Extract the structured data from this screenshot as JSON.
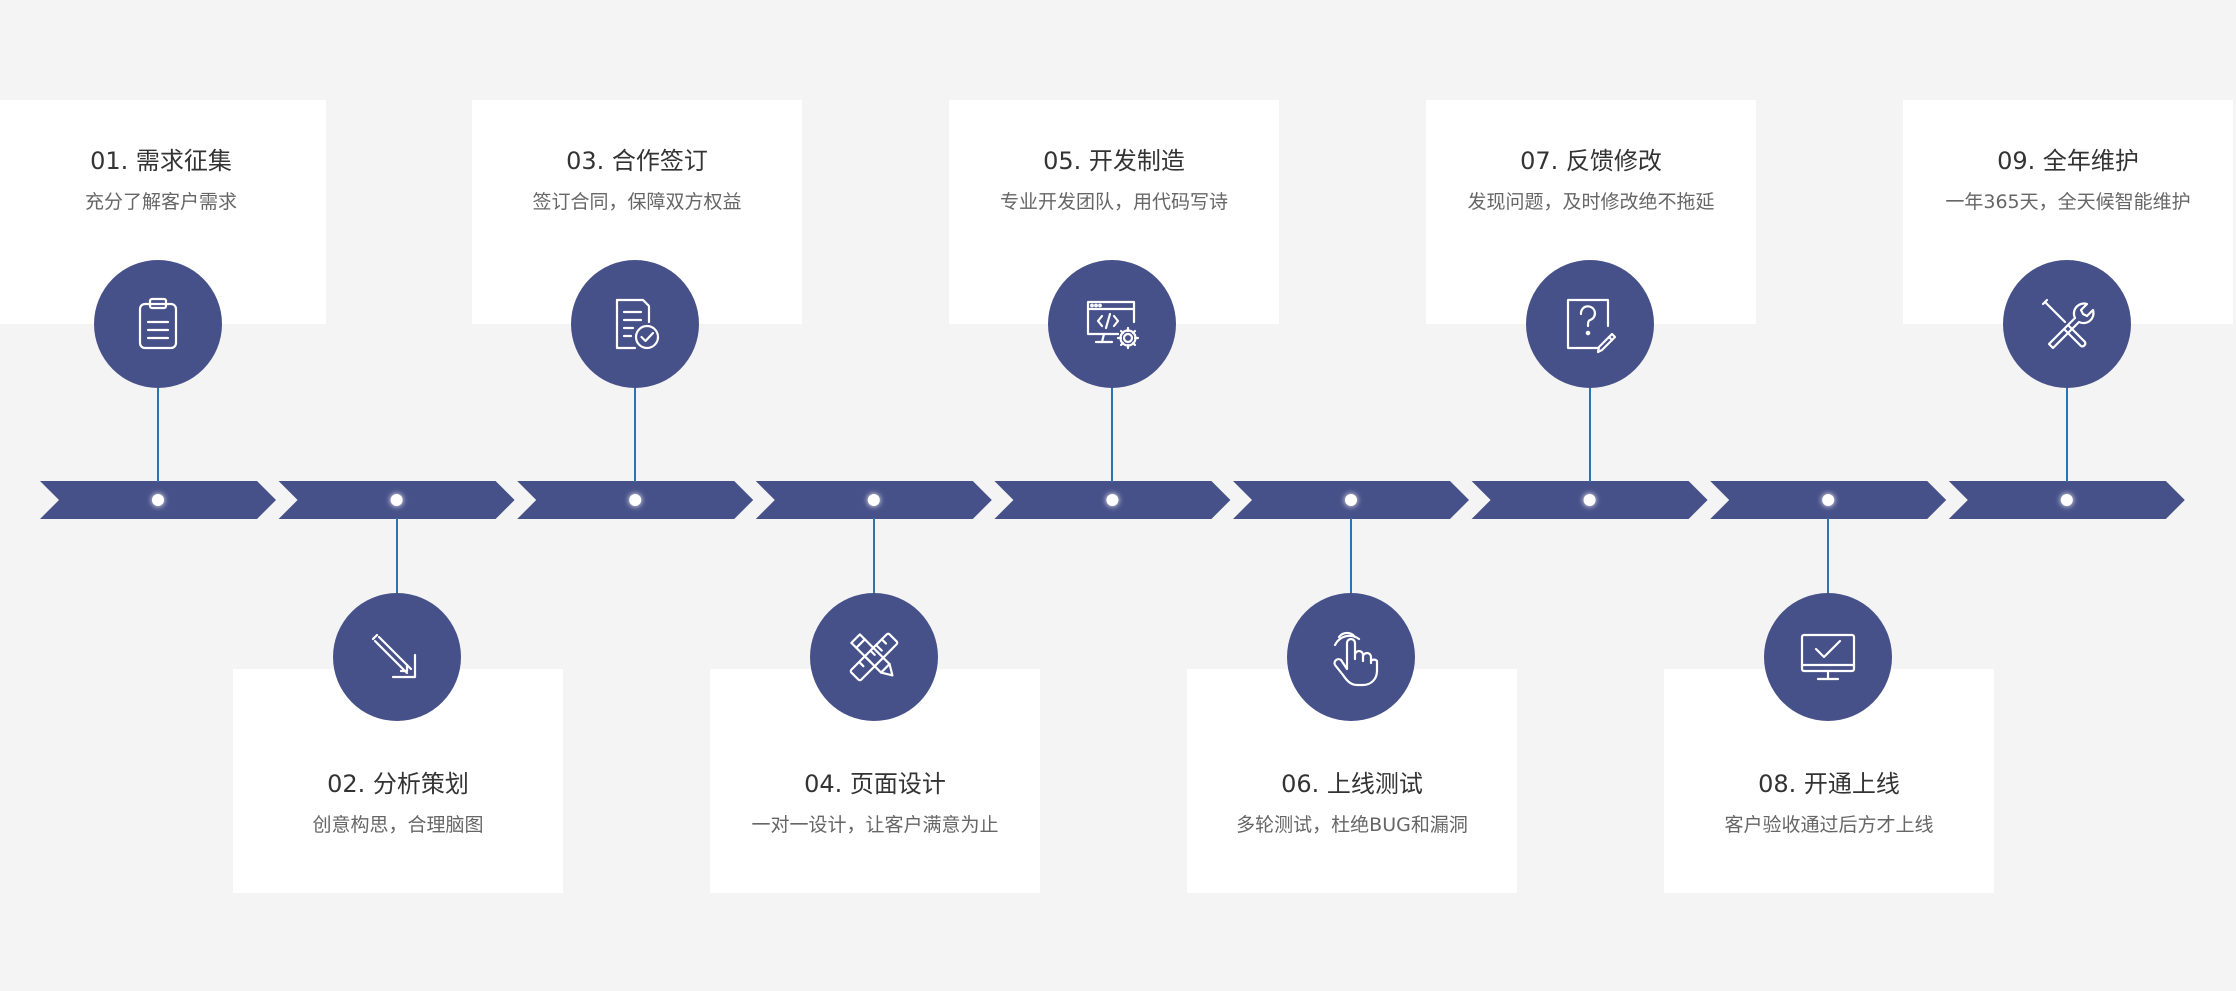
{
  "colors": {
    "background": "#f4f4f4",
    "card": "#ffffff",
    "accent": "#475189",
    "connector": "#2f72b0",
    "title_text": "#333333",
    "desc_text": "#666666",
    "dot": "#ffffff"
  },
  "steps": [
    {
      "title": "01. 需求征集",
      "desc": "充分了解客户需求",
      "icon": "clipboard-icon",
      "position": "top"
    },
    {
      "title": "02. 分析策划",
      "desc": "创意构思，合理脑图",
      "icon": "design-analysis-icon",
      "position": "bottom"
    },
    {
      "title": "03. 合作签订",
      "desc": "签订合同，保障双方权益",
      "icon": "contract-check-icon",
      "position": "top"
    },
    {
      "title": "04. 页面设计",
      "desc": "一对一设计，让客户满意为止",
      "icon": "pencil-ruler-icon",
      "position": "bottom"
    },
    {
      "title": "05. 开发制造",
      "desc": "专业开发团队，用代码写诗",
      "icon": "code-monitor-gear-icon",
      "position": "top"
    },
    {
      "title": "06. 上线测试",
      "desc": "多轮测试，杜绝BUG和漏洞",
      "icon": "hand-pointer-icon",
      "position": "bottom"
    },
    {
      "title": "07. 反馈修改",
      "desc": "发现问题，及时修改绝不拖延",
      "icon": "question-edit-icon",
      "position": "top"
    },
    {
      "title": "08. 开通上线",
      "desc": "客户验收通过后方才上线",
      "icon": "monitor-check-icon",
      "position": "bottom"
    },
    {
      "title": "09. 全年维护",
      "desc": "一年365天，全天候智能维护",
      "icon": "wrench-screwdriver-icon",
      "position": "top"
    }
  ]
}
